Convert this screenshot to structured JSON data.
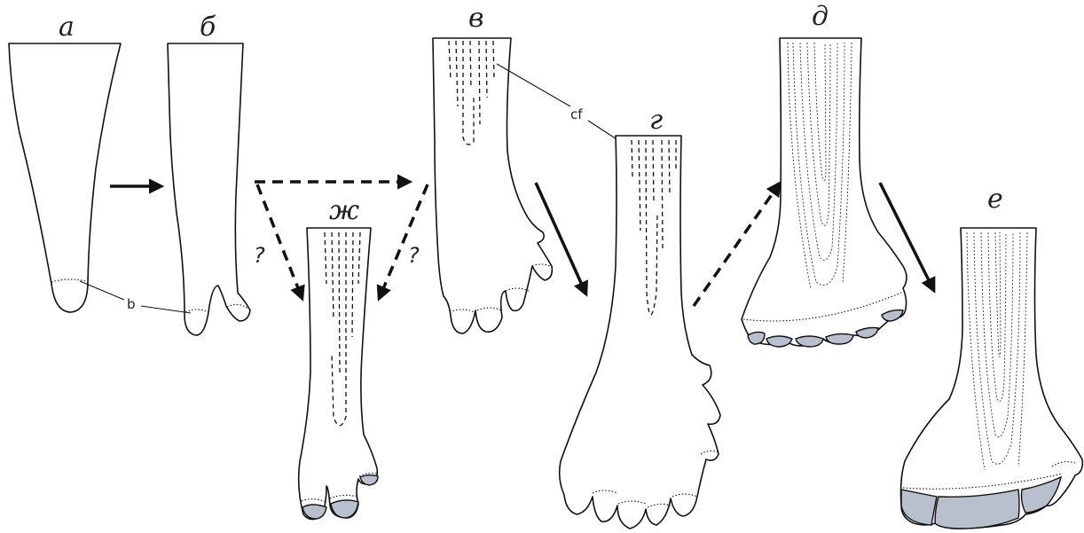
{
  "stages": {
    "a": "a",
    "b": "б",
    "v": "в",
    "g": "г",
    "d": "д",
    "e": "е",
    "zh": "ж"
  },
  "annotations": {
    "b_label": "b",
    "cf_label": "cf",
    "question_left": "?",
    "question_right": "?"
  },
  "colors": {
    "line": "#111111",
    "hoof_fill": "#b7c0cc",
    "background": "#ffffff"
  }
}
